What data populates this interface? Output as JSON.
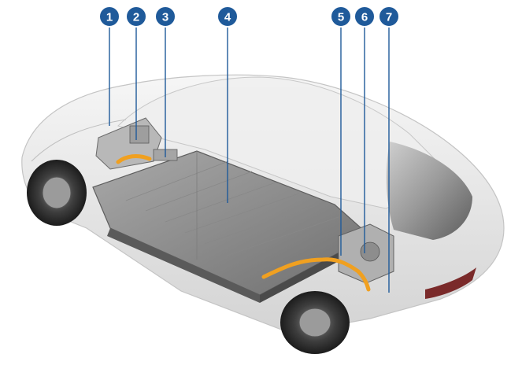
{
  "callouts": [
    {
      "label": "1"
    },
    {
      "label": "2"
    },
    {
      "label": "3"
    },
    {
      "label": "4"
    },
    {
      "label": "5"
    },
    {
      "label": "6"
    },
    {
      "label": "7"
    }
  ],
  "colors": {
    "callout_fill": "#1f5a9a",
    "callout_stroke": "#ffffff",
    "leader_line": "#1f5a9a",
    "high_voltage_cable": "#f0a020",
    "battery_pack": "#8f8f8f",
    "car_body": "#e8e8e8"
  }
}
